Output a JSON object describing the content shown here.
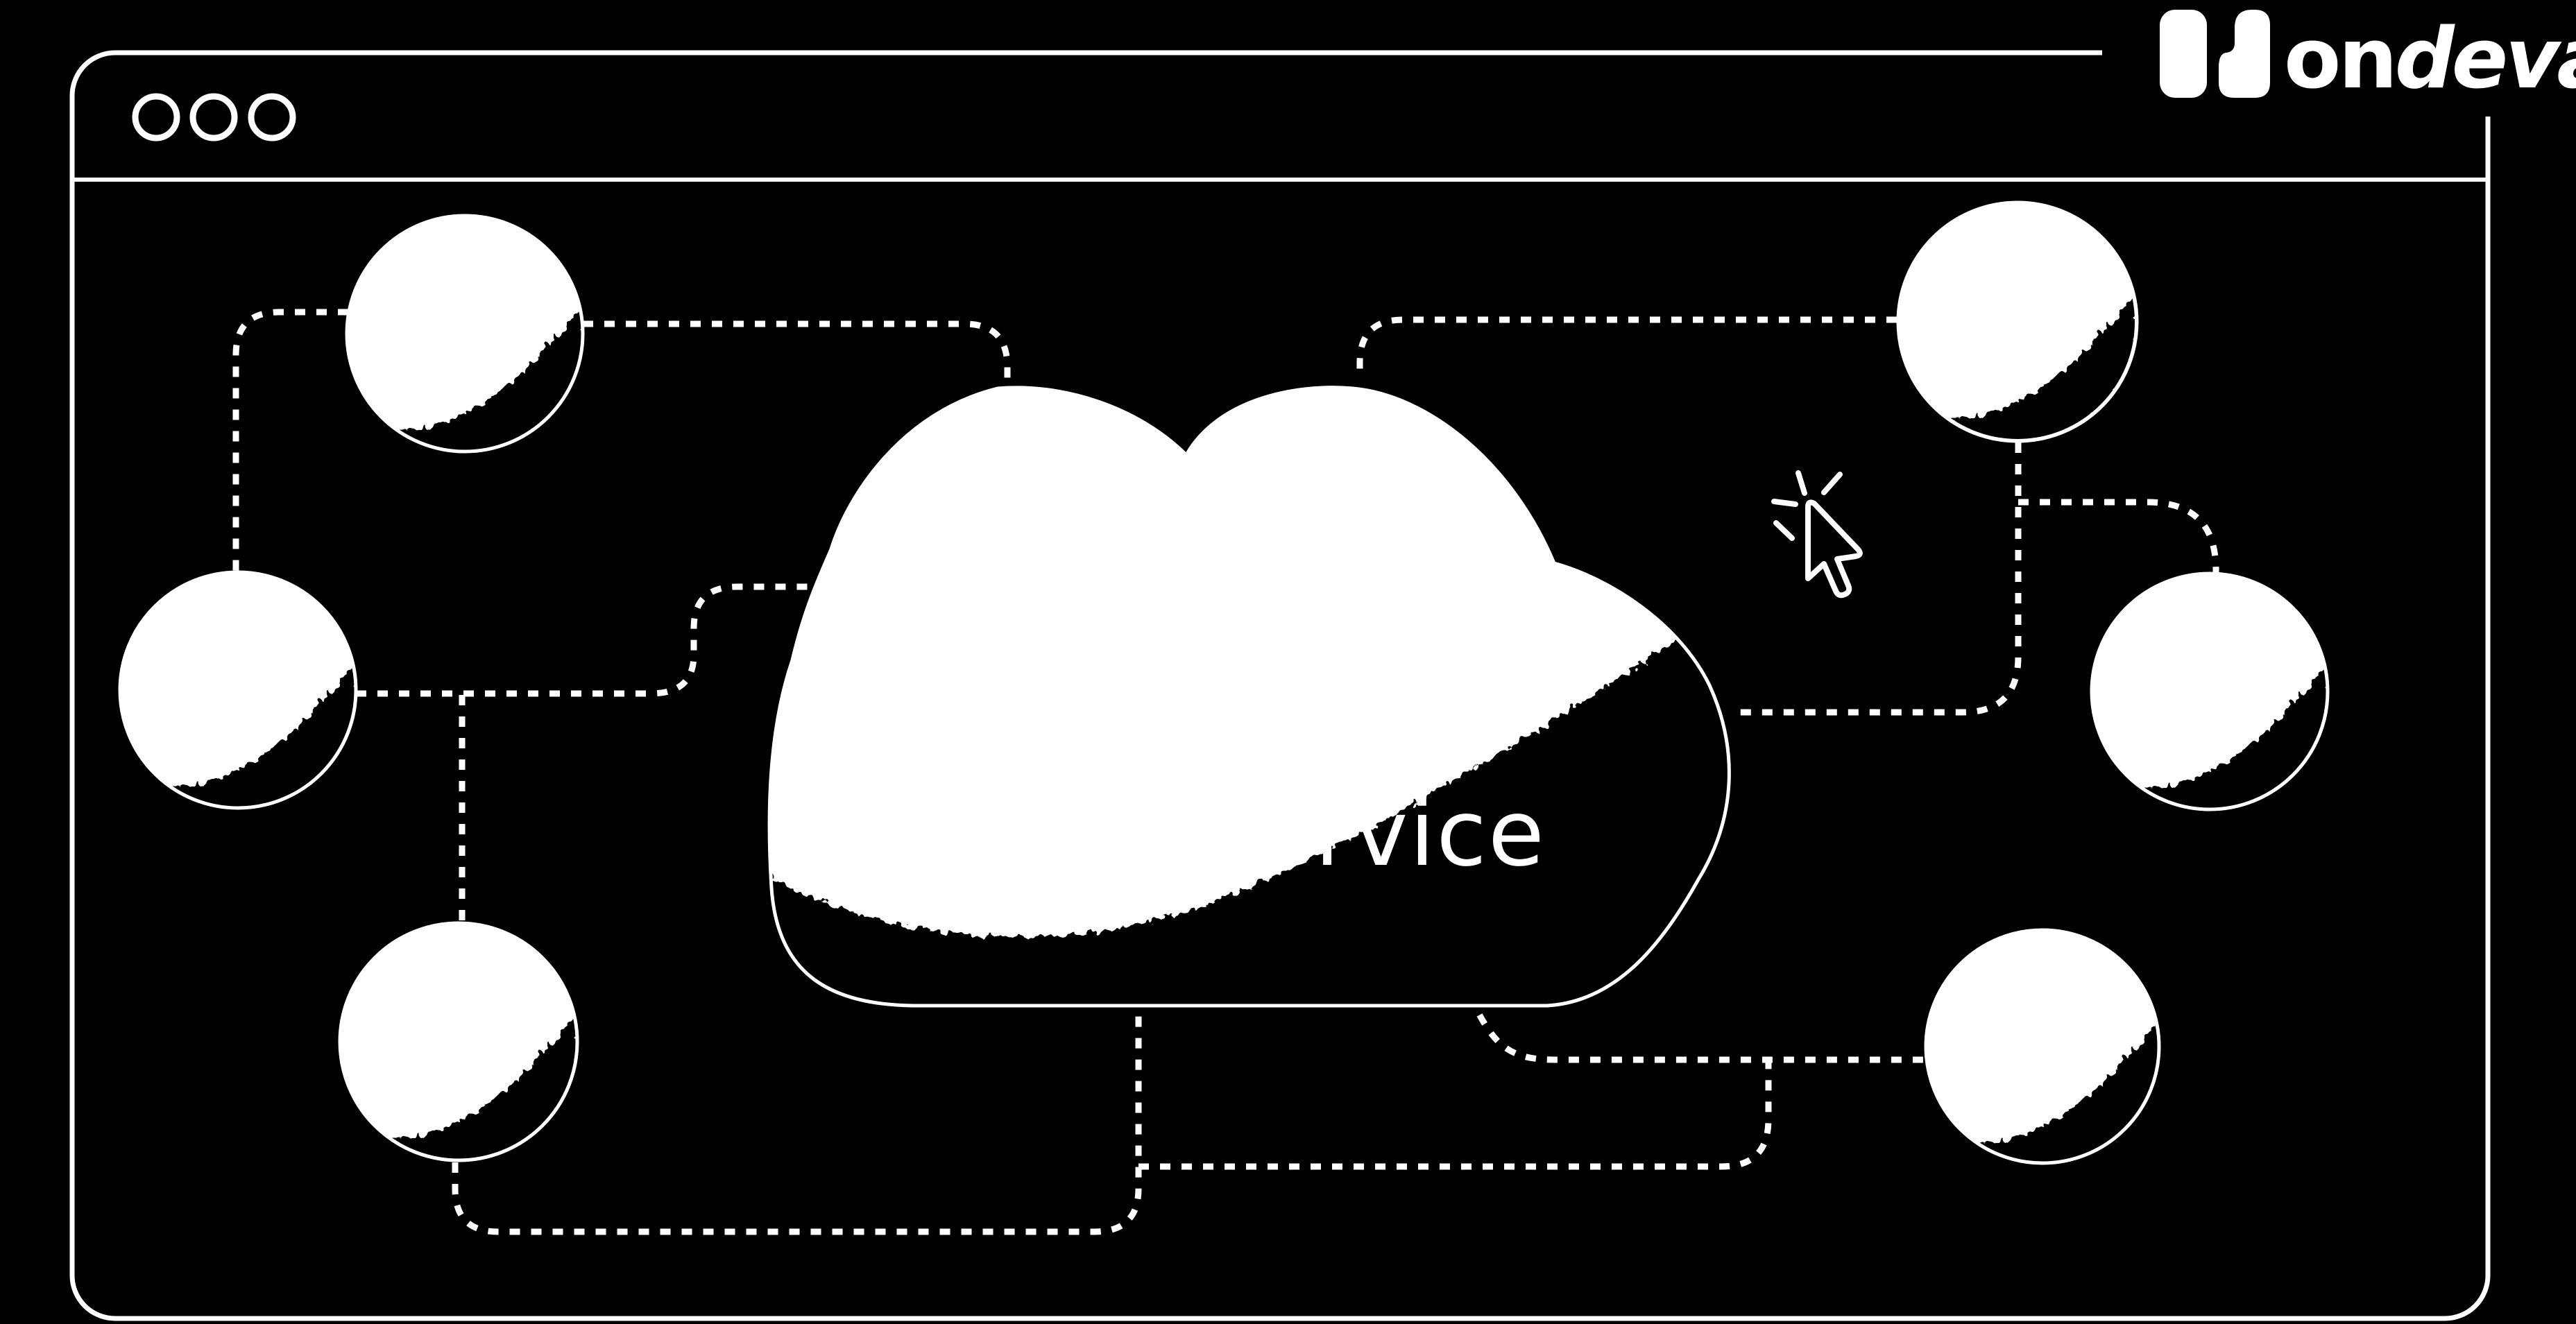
{
  "colors": {
    "background": "#000000",
    "line": "#ffffff"
  },
  "logo": {
    "prefix": "on",
    "suffix": "deva"
  },
  "window": {
    "control_dot_count": "3"
  },
  "cloud": {
    "label": "Service",
    "visible_text": "ervice"
  },
  "network": {
    "node_count": "6",
    "connector_style": "dashed"
  }
}
